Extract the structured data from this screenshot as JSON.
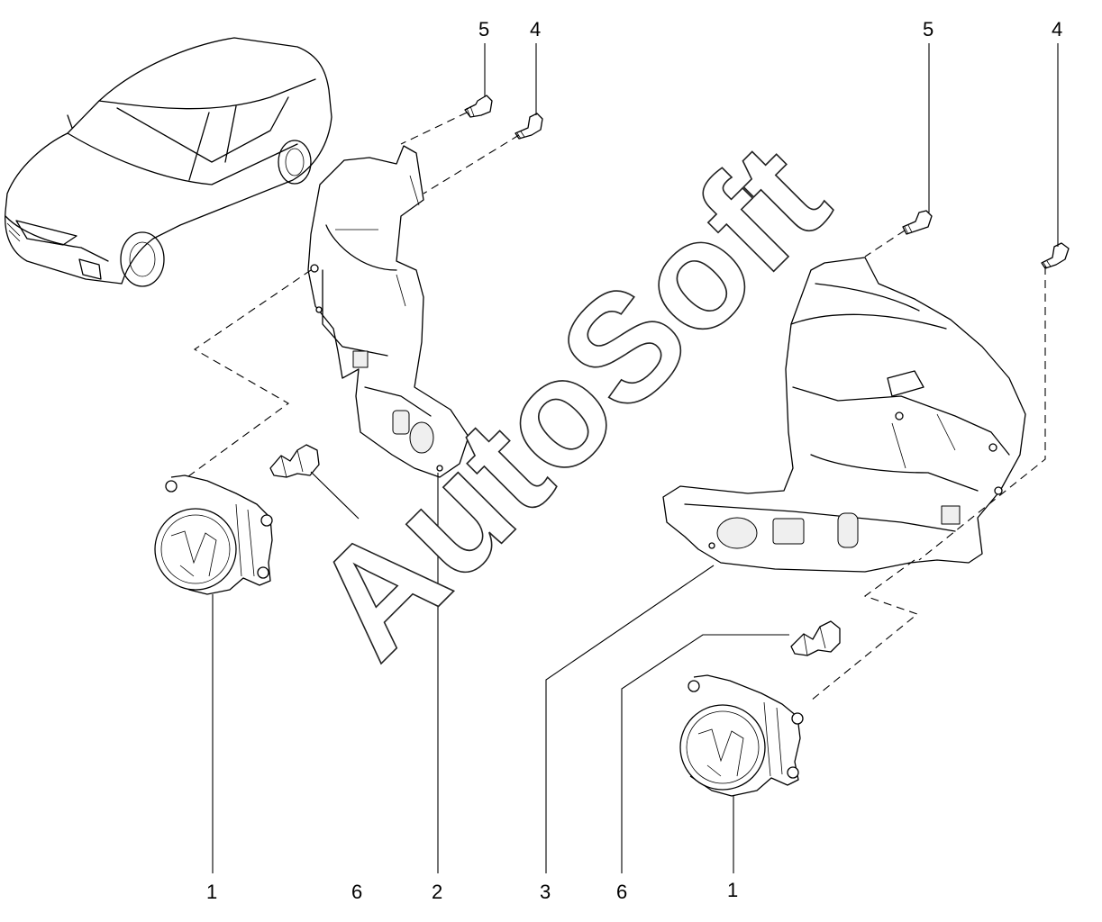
{
  "watermark": "AutoSoft",
  "callouts": {
    "left_top_5": "5",
    "left_top_4": "4",
    "right_top_5": "5",
    "right_top_4": "4",
    "bottom_1_left": "1",
    "bottom_6_left": "6",
    "bottom_2": "2",
    "bottom_3": "3",
    "bottom_6_right": "6",
    "bottom_1_right": "1"
  }
}
